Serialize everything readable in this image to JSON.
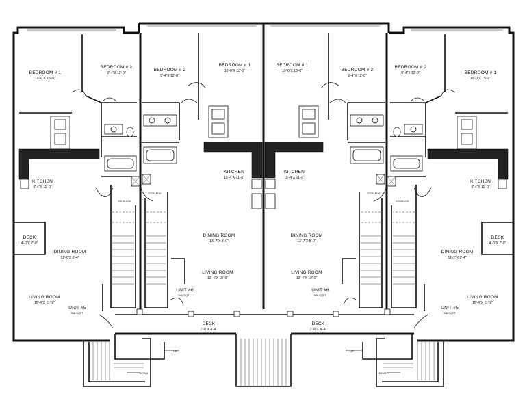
{
  "units": [
    {
      "id": "unit5-left",
      "bedroom1": {
        "name": "BEDROOM # 1",
        "size": "10'-0\"X 15'-0\""
      },
      "bedroom2": {
        "name": "BEDROOM # 2",
        "size": "9'-4\"X 12'-0\""
      },
      "kitchen": {
        "name": "KITCHEN",
        "size": "9'-4\"X 11'-0\""
      },
      "deck": {
        "name": "DECK",
        "size": "4'-0\"X 7'-0\""
      },
      "dining": {
        "name": "DINING ROOM",
        "size": "11'-2\"X 8'-4\""
      },
      "living": {
        "name": "LIVING ROOM",
        "size": "15'-4\"X 11'-2\""
      },
      "unit": {
        "name": "UNIT #5",
        "area": "936 SQFT."
      }
    },
    {
      "id": "unit6-left",
      "bedroom1": {
        "name": "BEDROOM # 1",
        "size": "10'-0\"X 13'-0\""
      },
      "bedroom2": {
        "name": "BEDROOM # 2",
        "size": "9'-4\"X 12'-0\""
      },
      "kitchen": {
        "name": "KITCHEN",
        "size": "15'-4\"X 11'-0\""
      },
      "storage": "STORAGE",
      "dining": {
        "name": "DINING ROOM",
        "size": "13'-7\"X 8'-0\""
      },
      "living": {
        "name": "LIVING ROOM",
        "size": "12'-4\"X 10'-0\""
      },
      "unit": {
        "name": "UNIT #6",
        "area": "946 SQFT."
      },
      "deck": {
        "name": "DECK",
        "size": "7'-8\"X 4'-4\""
      }
    },
    {
      "id": "unit6-right",
      "bedroom1": {
        "name": "BEDROOM # 1",
        "size": "10'-0\"X 13'-0\""
      },
      "bedroom2": {
        "name": "BEDROOM # 2",
        "size": "9'-4\"X 12'-0\""
      },
      "kitchen": {
        "name": "KITCHEN",
        "size": "15'-4\"X 11'-0\""
      },
      "storage": "STORAGE",
      "dining": {
        "name": "DINING ROOM",
        "size": "13'-7\"X 8'-0\""
      },
      "living": {
        "name": "LIVING ROOM",
        "size": "12'-4\"X 10'-0\""
      },
      "unit": {
        "name": "UNIT #6",
        "area": "946 SQFT."
      },
      "deck": {
        "name": "DECK",
        "size": "7'-8\"X 4'-4\""
      }
    },
    {
      "id": "unit5-right",
      "bedroom1": {
        "name": "BEDROOM # 1",
        "size": "10'-0\"X 15'-0\""
      },
      "bedroom2": {
        "name": "BEDROOM # 2",
        "size": "9'-4\"X 12'-0\""
      },
      "kitchen": {
        "name": "KITCHEN",
        "size": "9'-4\"X 11'-0\""
      },
      "deck": {
        "name": "DECK",
        "size": "4'-0\"X 7'-0\""
      },
      "dining": {
        "name": "DINING ROOM",
        "size": "11'-2\"X 8'-4\""
      },
      "living": {
        "name": "LIVING ROOM",
        "size": "15'-4\"X 11'-2\""
      },
      "unit": {
        "name": "UNIT #5",
        "area": "936 SQFT."
      }
    }
  ],
  "stair_labels": {
    "up": "UP",
    "down": "DOWN"
  },
  "colors": {
    "ink": "#111111",
    "background": "#ffffff"
  }
}
